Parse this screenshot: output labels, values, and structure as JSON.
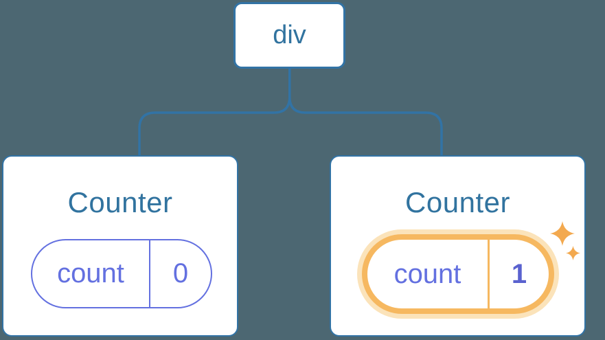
{
  "tree": {
    "root": {
      "label": "div"
    },
    "children": [
      {
        "title": "Counter",
        "state": {
          "key": "count",
          "value": "0"
        },
        "highlighted": false
      },
      {
        "title": "Counter",
        "state": {
          "key": "count",
          "value": "1"
        },
        "highlighted": true
      }
    ]
  },
  "icons": {
    "sparkle_large": "sparkle-icon",
    "sparkle_small": "sparkle-icon"
  },
  "colors": {
    "background": "#4c6772",
    "card_fill": "#ffffff",
    "node_stroke": "#3273a5",
    "node_text": "#31739f",
    "state_purple": "#6370e0",
    "state_value_bold": "#5a62cf",
    "highlight_orange": "#f6b860",
    "highlight_halo": "#fbe3ba",
    "sparkle": "#f3a94f"
  }
}
